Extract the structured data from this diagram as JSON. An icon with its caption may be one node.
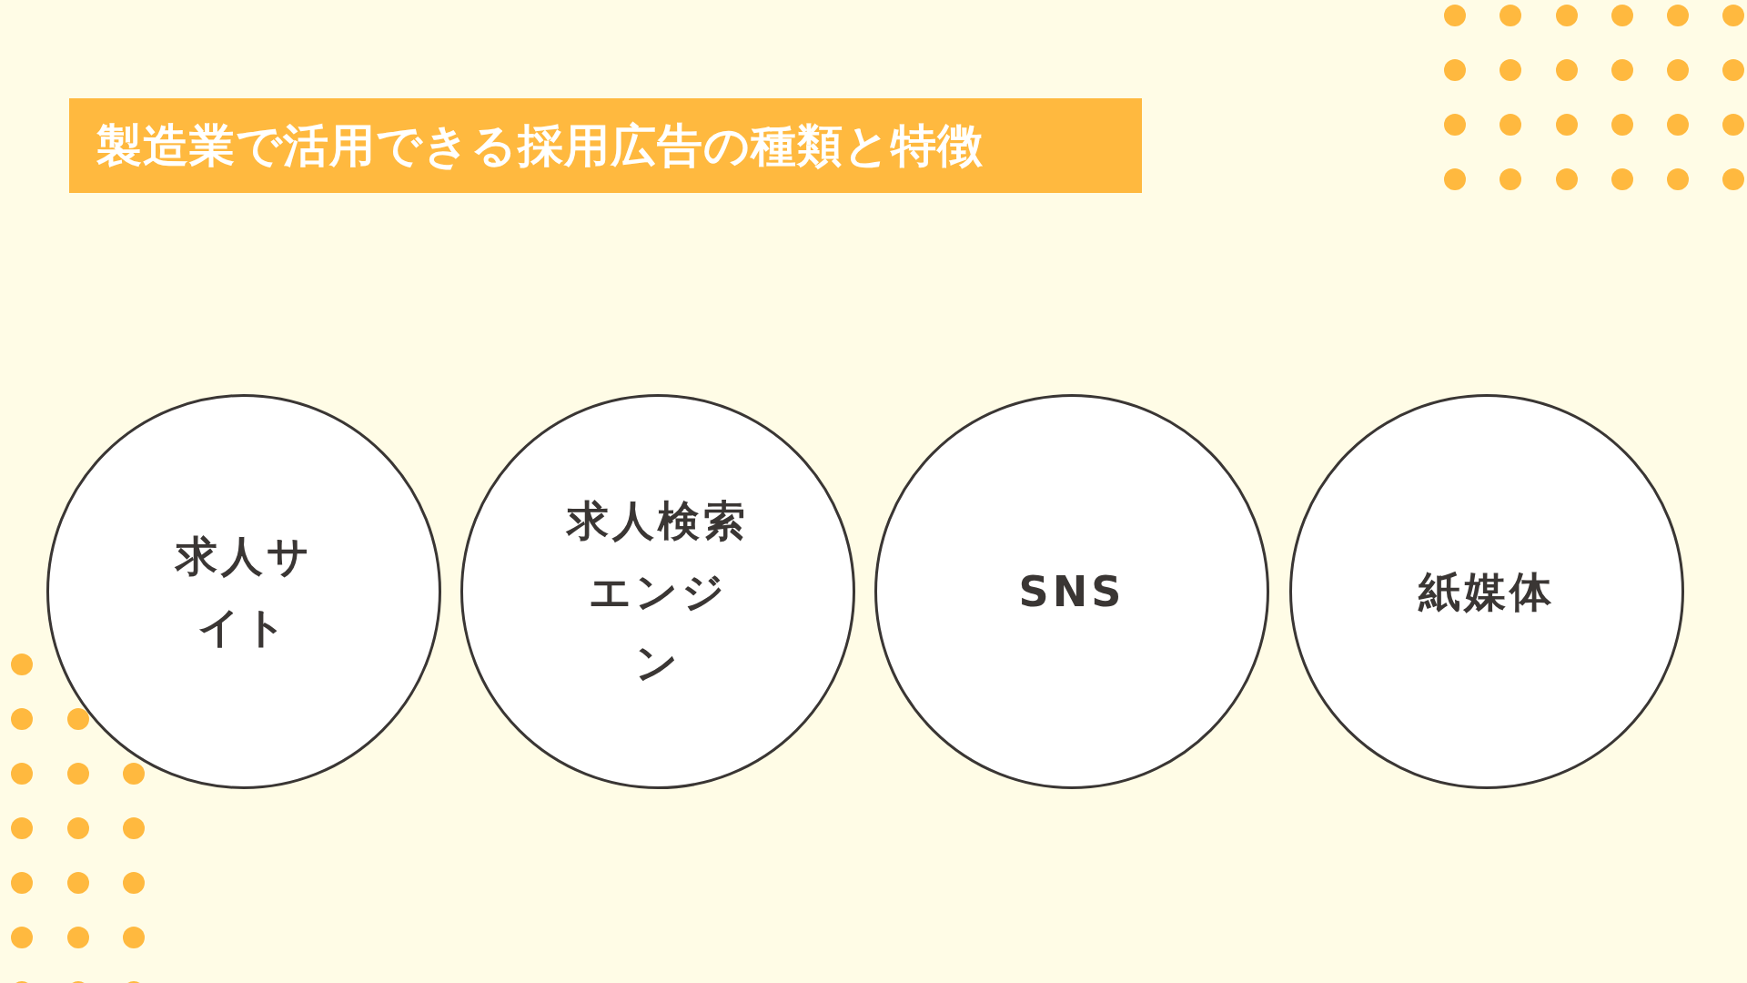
{
  "diagram": {
    "title": "製造業で活用できる採用広告の種類と特徴",
    "nodes": [
      {
        "text": [
          "求人サイト"
        ]
      },
      {
        "text": [
          "求人検索エンジン"
        ]
      },
      {
        "text": [
          "SNS"
        ]
      },
      {
        "text": [
          "紙媒体"
        ]
      }
    ]
  }
}
